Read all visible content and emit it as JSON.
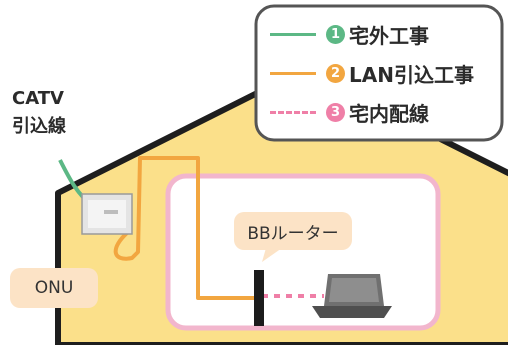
{
  "legend": [
    {
      "num": "1",
      "label": "宅外工事",
      "color": "#5cb885",
      "style": "solid"
    },
    {
      "num": "2",
      "label": "LAN引込工事",
      "color": "#f2a640",
      "style": "solid"
    },
    {
      "num": "3",
      "label": "宅内配線",
      "color": "#ef7fa7",
      "style": "dashed"
    }
  ],
  "labels": {
    "catv_line1": "CATV",
    "catv_line2": "引込線",
    "onu": "ONU",
    "router": "BBルーター"
  },
  "colors": {
    "house": "#fbe08a",
    "house_outline": "#1e1e1e",
    "room": "#ffffff",
    "room_border": "#f2b6cd",
    "catv_cable": "#5cb885",
    "lan_cable": "#f2a640",
    "indoor_cable": "#ef7fa7",
    "bubble": "#fce3c6"
  }
}
